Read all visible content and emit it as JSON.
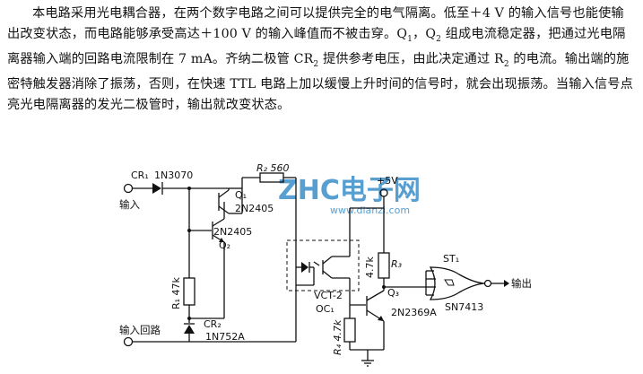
{
  "paragraph": [
    "本电路采用光电耦合器，在两个数字电路之间可以提供完全的电气隔离。低至＋4 V 的输入信号也能使输出改变状态，而电路能够承受高达＋100 V 的输入峰值而不被击穿。Q",
    "1",
    "，Q",
    "2",
    " 组成电流稳定器，把通过光电隔离器输入端的回路电流限制在 7 mA。齐纳二极管 CR",
    "2",
    " 提供参考电压，由此决定通过 R",
    "2",
    " 的电流。输出端的施密特触发器消除了振荡，否则，在快速 TTL 电路上加以缓慢上升时间的信号时，就会出现振荡。当输入信号点亮光电隔离器的发光二极管时，输出就改变状态。"
  ],
  "diagram": {
    "labels": {
      "cr1": "CR₁",
      "cr1_part": "1N3070",
      "input": "输入",
      "q1": "Q₁",
      "q1_part": "2N2405",
      "q2_part": "2N2405",
      "q2": "Q₂",
      "r2": "R₂ 560",
      "r1": "R₁ 47k",
      "cr2": "CR₂",
      "cr2_part": "1N752A",
      "input_return": "输入回路",
      "vcc": "+5V",
      "opto": "VCT-2",
      "oc1": "OC₁",
      "r3": "R₃",
      "r3_val": "4.7k",
      "q3": "Q₃",
      "q3_part": "2N2369A",
      "r4": "R₄ 4.7k",
      "st1": "ST₁",
      "st1_part": "SN7413",
      "output": "输出"
    },
    "watermark": "ZHC电子网",
    "watermark_sub": "www.dianzi.com"
  }
}
